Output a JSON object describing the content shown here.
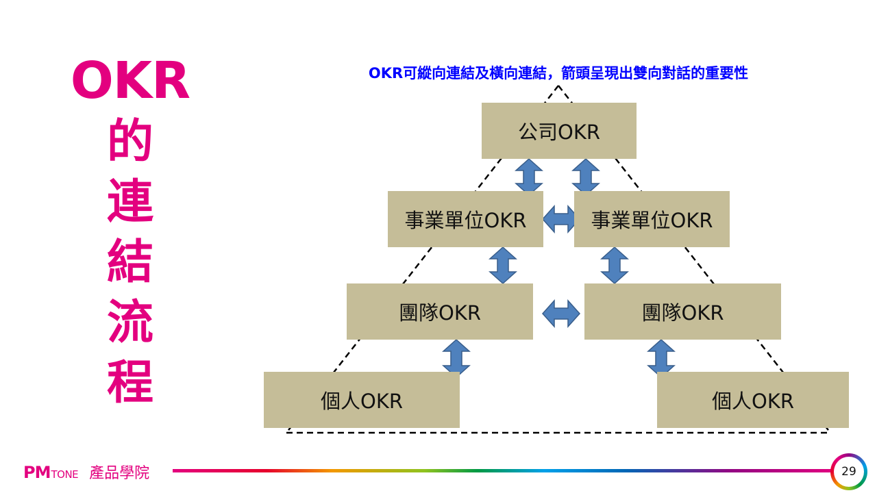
{
  "slide": {
    "title_prefix": "OKR",
    "title_chars": [
      "的",
      "連",
      "結",
      "流",
      "程"
    ],
    "subtitle": "OKR可縱向連結及橫向連結，箭頭呈現出雙向對話的重要性",
    "page_number": "29"
  },
  "diagram": {
    "levels": {
      "company": "公司OKR",
      "business_unit_left": "事業單位OKR",
      "business_unit_right": "事業單位OKR",
      "team_left": "團隊OKR",
      "team_right": "團隊OKR",
      "individual_left": "個人OKR",
      "individual_right": "個人OKR"
    },
    "colors": {
      "box_fill": "#c5bd98",
      "arrow_fill": "#4f81bd",
      "arrow_stroke": "#385d8a"
    }
  },
  "footer": {
    "brand_pm": "PM",
    "brand_tone": "TONE",
    "brand_academy": "產品學院"
  },
  "theme": {
    "accent": "#e3007f",
    "subtitle_color": "#0000ff"
  }
}
